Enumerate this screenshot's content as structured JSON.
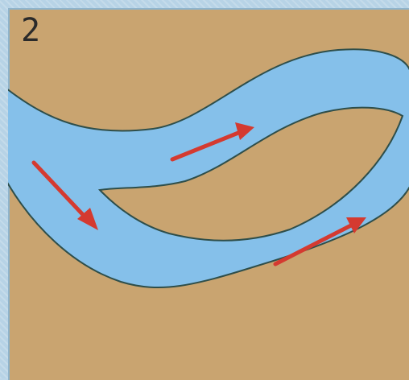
{
  "diagram": {
    "step_number": "2",
    "colors": {
      "land": "#c9a470",
      "river": "#85c0ea",
      "river_edge": "#2e4e4a",
      "arrow": "#d43a30",
      "border": "#b7d3e6"
    },
    "arrows": [
      {
        "name": "flow-arrow-left",
        "direction": "down-right"
      },
      {
        "name": "flow-arrow-upper",
        "direction": "up-right"
      },
      {
        "name": "flow-arrow-lower",
        "direction": "up-right"
      }
    ]
  }
}
